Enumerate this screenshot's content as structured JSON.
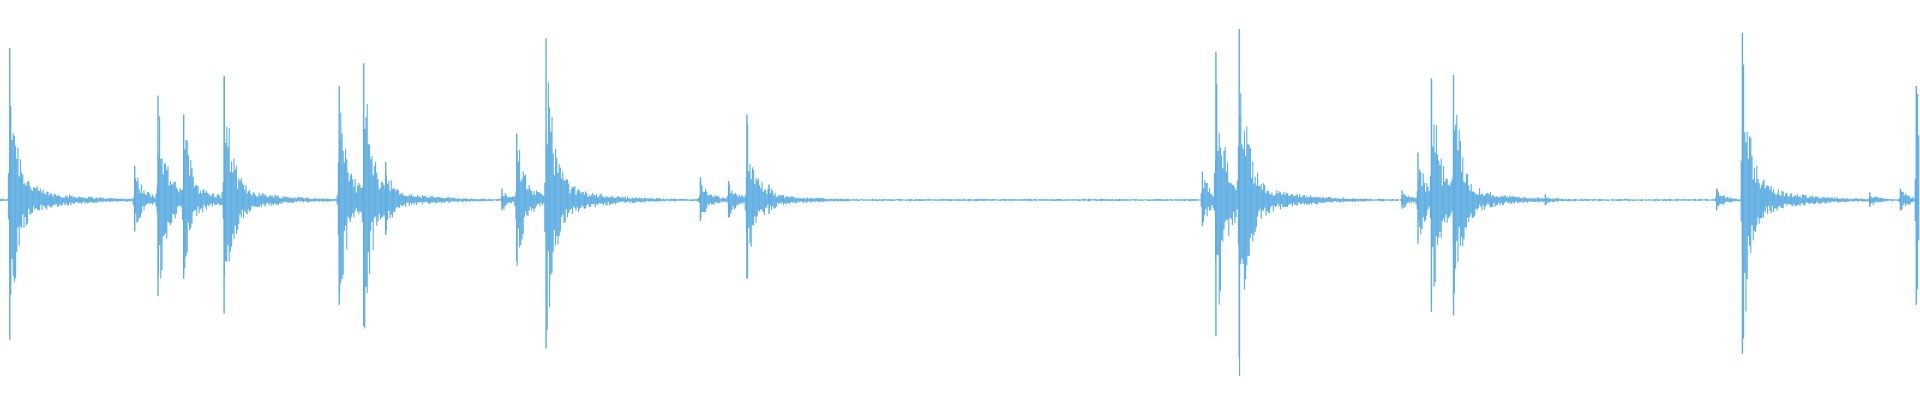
{
  "waveform": {
    "color": "#5DADE2",
    "background": "#FFFFFF",
    "time_range": [
      0,
      1568
    ],
    "events": [
      {
        "t": 8,
        "amp": 0.8
      },
      {
        "t": 110,
        "amp": 0.18
      },
      {
        "t": 129,
        "amp": 0.55
      },
      {
        "t": 150,
        "amp": 0.45
      },
      {
        "t": 183,
        "amp": 0.65
      },
      {
        "t": 277,
        "amp": 0.6
      },
      {
        "t": 297,
        "amp": 0.72
      },
      {
        "t": 315,
        "amp": 0.2
      },
      {
        "t": 410,
        "amp": 0.06
      },
      {
        "t": 422,
        "amp": 0.35
      },
      {
        "t": 446,
        "amp": 0.85
      },
      {
        "t": 572,
        "amp": 0.12
      },
      {
        "t": 595,
        "amp": 0.1
      },
      {
        "t": 610,
        "amp": 0.45
      },
      {
        "t": 628,
        "amp": 0.08
      },
      {
        "t": 982,
        "amp": 0.15
      },
      {
        "t": 993,
        "amp": 0.78
      },
      {
        "t": 1012,
        "amp": 0.9
      },
      {
        "t": 1145,
        "amp": 0.05
      },
      {
        "t": 1158,
        "amp": 0.25
      },
      {
        "t": 1169,
        "amp": 0.64
      },
      {
        "t": 1187,
        "amp": 0.66
      },
      {
        "t": 1262,
        "amp": 0.03
      },
      {
        "t": 1402,
        "amp": 0.06
      },
      {
        "t": 1423,
        "amp": 0.88
      },
      {
        "t": 1440,
        "amp": 0.1
      },
      {
        "t": 1527,
        "amp": 0.04
      },
      {
        "t": 1552,
        "amp": 0.06
      },
      {
        "t": 1565,
        "amp": 0.6
      }
    ]
  }
}
